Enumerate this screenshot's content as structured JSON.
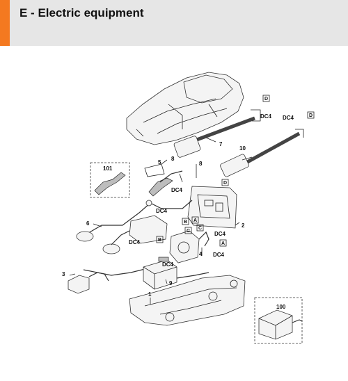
{
  "header": {
    "title": "E - Electric equipment",
    "accent_color": "#f47920"
  },
  "labels": {
    "p1": "1",
    "p2": "2",
    "p3": "3",
    "p4": "4",
    "p5": "5",
    "p6": "6",
    "p7": "7",
    "p8a": "8",
    "p8b": "8",
    "p9": "9",
    "p10": "10",
    "p100": "100",
    "p101": "101",
    "dc4_a": "DC4",
    "dc4_b": "DC4",
    "dc4_c": "DC4",
    "dc4_d": "DC4",
    "dc4_e": "DC4",
    "dc4_f": "DC4",
    "dc4_g": "DC4",
    "dc4_h": "DC4",
    "box_d1": "D",
    "box_d2": "D",
    "box_d3": "D",
    "box_a1": "A",
    "box_a2": "A",
    "box_b1": "B",
    "box_b2": "B",
    "box_c1": "C",
    "box_c2": "C"
  }
}
